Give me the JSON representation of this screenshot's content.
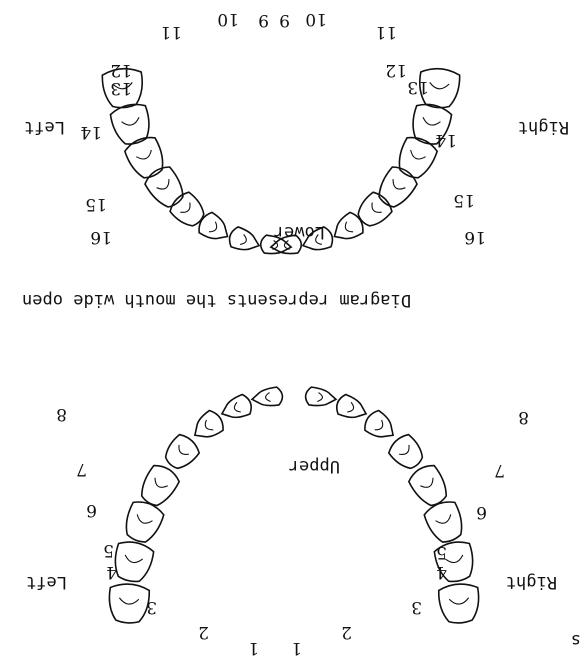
{
  "caption": "Diagram represents the mouth wide open",
  "corner_mark": "s",
  "upper": {
    "jaw_label": "Upper",
    "right_label": "Right",
    "left_label": "Left",
    "right_numbers": [
      "1",
      "2",
      "3",
      "4",
      "5",
      "6",
      "7",
      "8"
    ],
    "left_numbers": [
      "1",
      "2",
      "3",
      "4",
      "5",
      "6",
      "7",
      "8"
    ]
  },
  "lower": {
    "jaw_label": "Lower",
    "right_label": "Right",
    "left_label": "Left",
    "right_numbers": [
      "9",
      "10",
      "11",
      "12",
      "13",
      "14",
      "15",
      "16"
    ],
    "left_numbers": [
      "9",
      "10",
      "11",
      "12",
      "13",
      "14",
      "15",
      "16"
    ]
  },
  "colors": {
    "ink": "#111111",
    "paper": "#ffffff"
  }
}
